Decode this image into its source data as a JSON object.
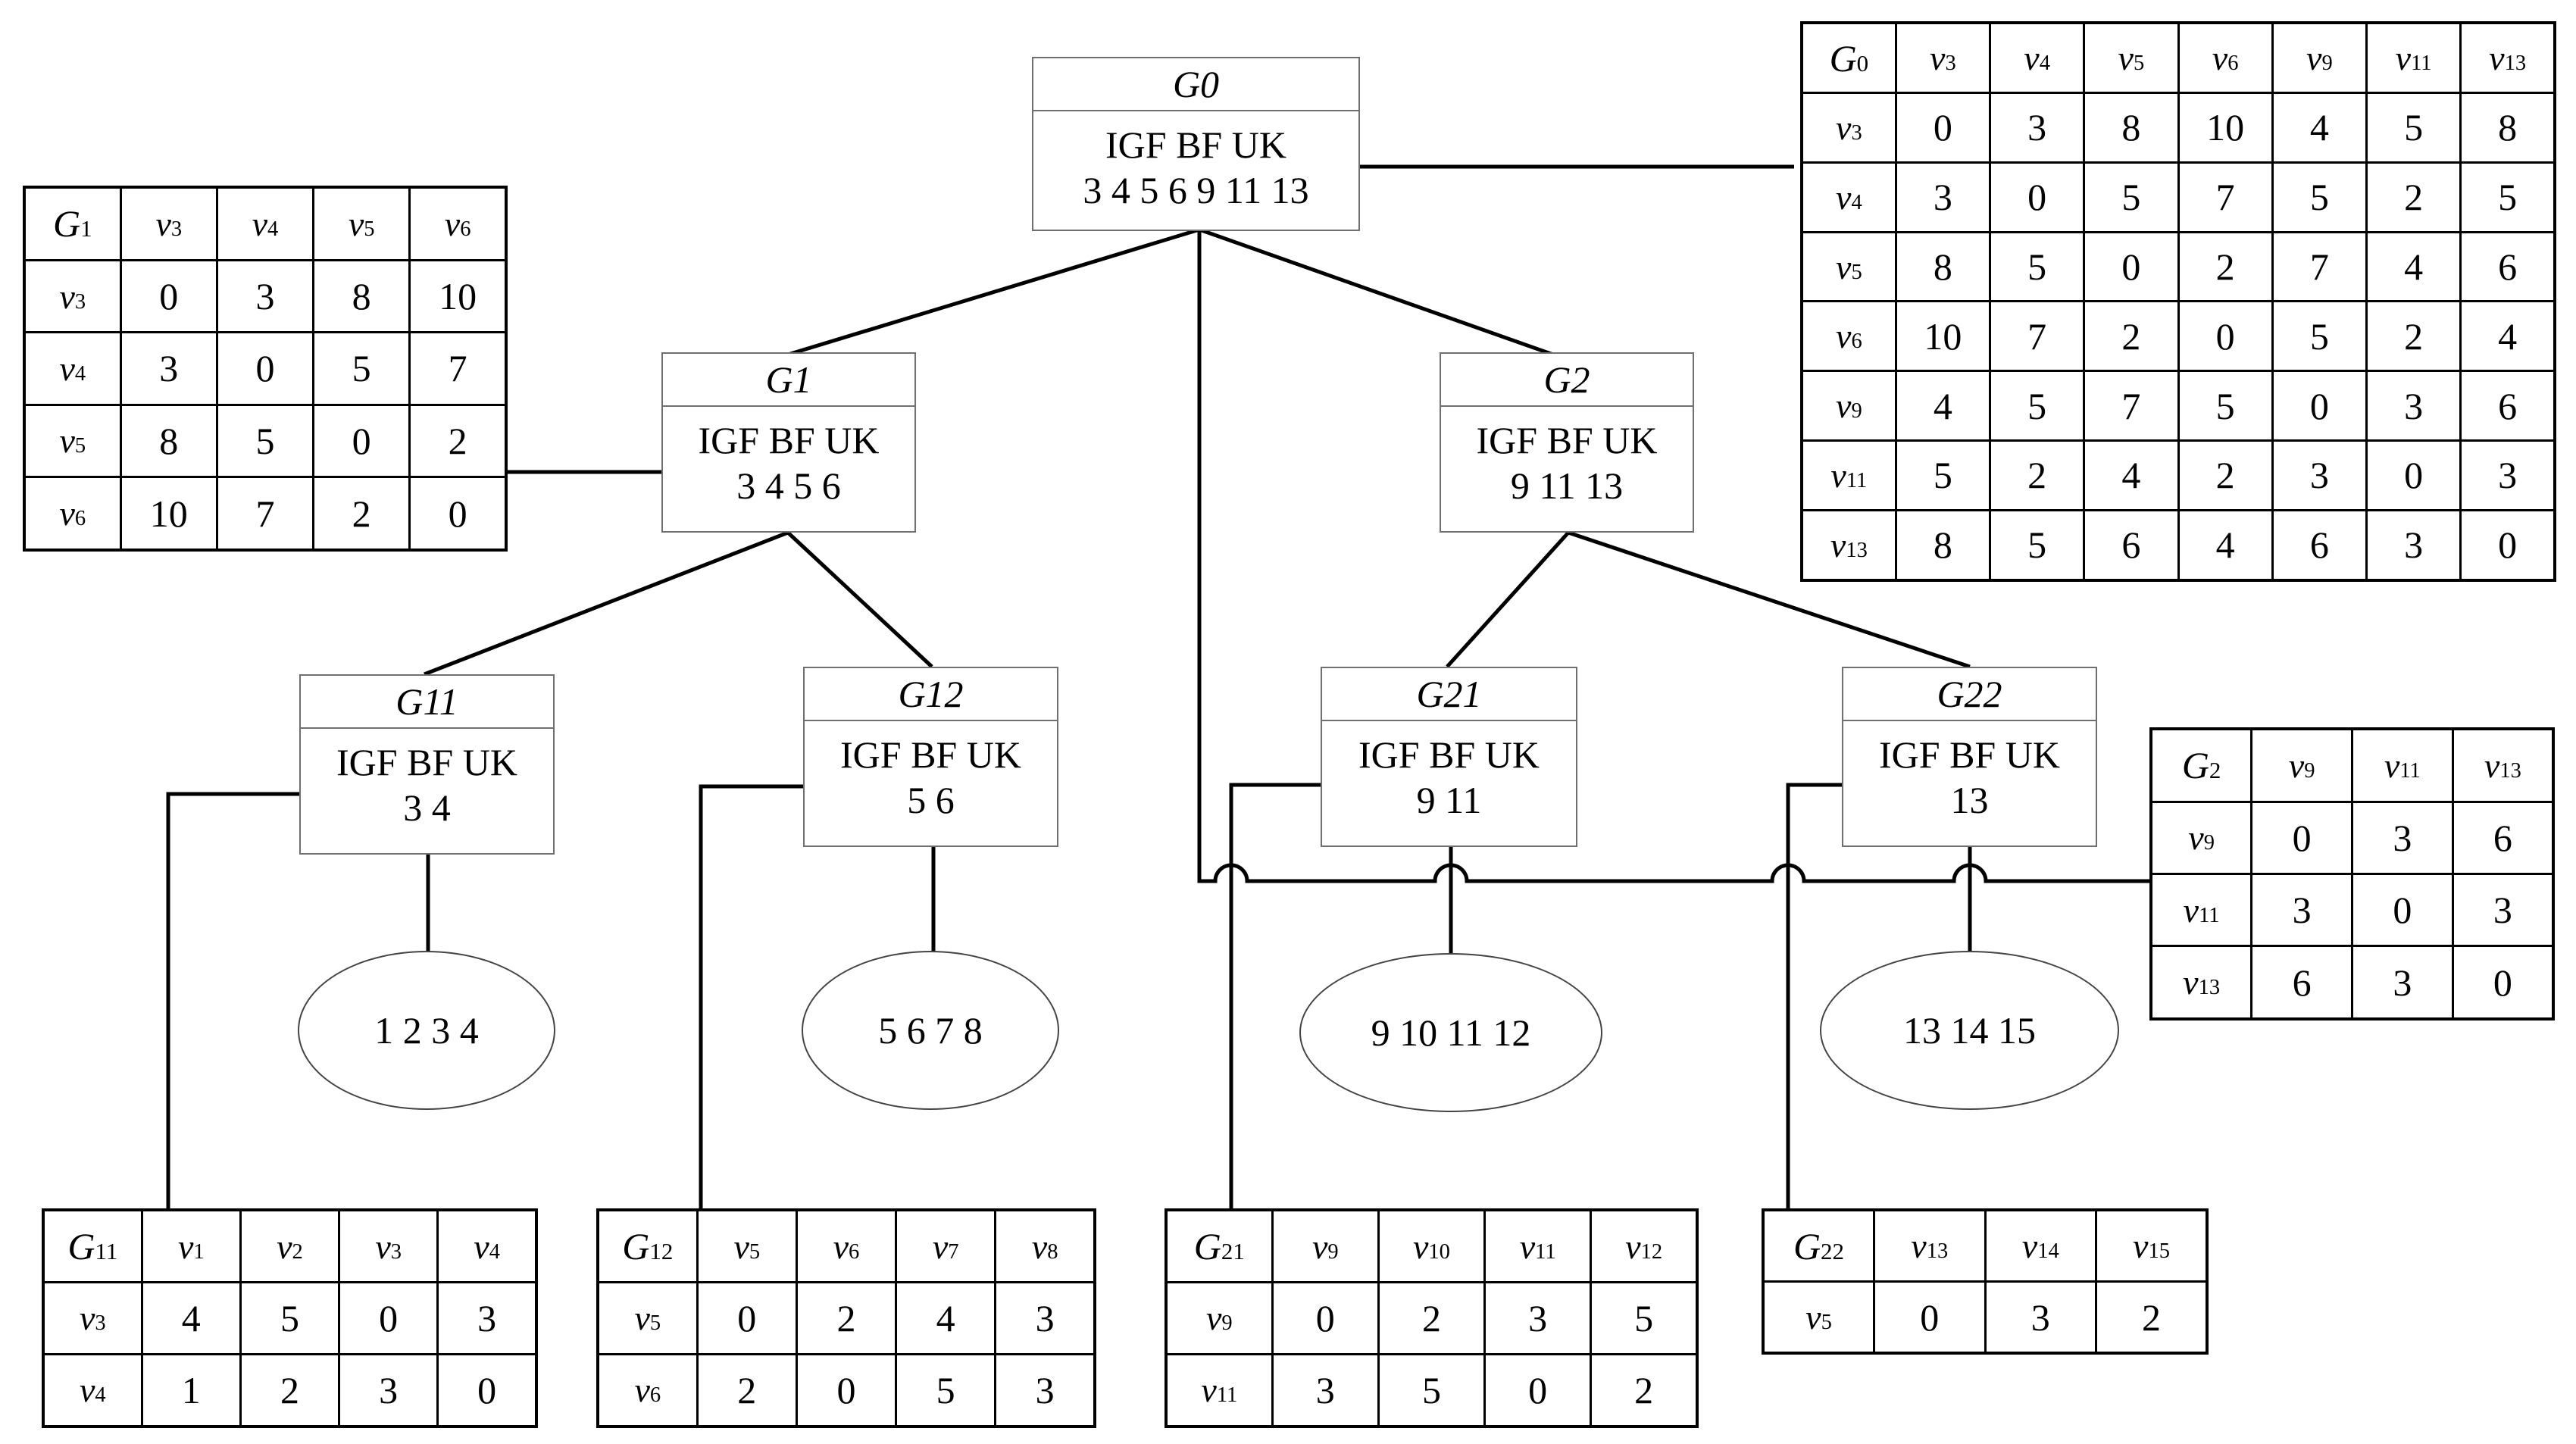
{
  "nodes": {
    "g0": {
      "title": "G0",
      "line1": "IGF BF UK",
      "line2": "3 4 5 6 9 11 13"
    },
    "g1": {
      "title": "G1",
      "line1": "IGF BF UK",
      "line2": "3 4 5 6"
    },
    "g2": {
      "title": "G2",
      "line1": "IGF BF UK",
      "line2": "9 11 13"
    },
    "g11": {
      "title": "G11",
      "line1": "IGF BF UK",
      "line2": "3 4"
    },
    "g12": {
      "title": "G12",
      "line1": "IGF BF UK",
      "line2": "5 6"
    },
    "g21": {
      "title": "G21",
      "line1": "IGF BF UK",
      "line2": "9 11"
    },
    "g22": {
      "title": "G22",
      "line1": "IGF BF UK",
      "line2": "13"
    }
  },
  "leaves": {
    "g11": "1 2 3 4",
    "g12": "5 6 7 8",
    "g21": "9 10 11 12",
    "g22": "13 14 15"
  },
  "matrices": {
    "g0": {
      "corner": {
        "letter": "G",
        "sub": "0"
      },
      "cols": [
        {
          "letter": "v",
          "sub": "3"
        },
        {
          "letter": "v",
          "sub": "4"
        },
        {
          "letter": "v",
          "sub": "5"
        },
        {
          "letter": "v",
          "sub": "6"
        },
        {
          "letter": "v",
          "sub": "9"
        },
        {
          "letter": "v",
          "sub": "11"
        },
        {
          "letter": "v",
          "sub": "13"
        }
      ],
      "rows": [
        {
          "label": {
            "letter": "v",
            "sub": "3"
          },
          "values": [
            "0",
            "3",
            "8",
            "10",
            "4",
            "5",
            "8"
          ]
        },
        {
          "label": {
            "letter": "v",
            "sub": "4"
          },
          "values": [
            "3",
            "0",
            "5",
            "7",
            "5",
            "2",
            "5"
          ]
        },
        {
          "label": {
            "letter": "v",
            "sub": "5"
          },
          "values": [
            "8",
            "5",
            "0",
            "2",
            "7",
            "4",
            "6"
          ]
        },
        {
          "label": {
            "letter": "v",
            "sub": "6"
          },
          "values": [
            "10",
            "7",
            "2",
            "0",
            "5",
            "2",
            "4"
          ]
        },
        {
          "label": {
            "letter": "v",
            "sub": "9"
          },
          "values": [
            "4",
            "5",
            "7",
            "5",
            "0",
            "3",
            "6"
          ]
        },
        {
          "label": {
            "letter": "v",
            "sub": "11"
          },
          "values": [
            "5",
            "2",
            "4",
            "2",
            "3",
            "0",
            "3"
          ]
        },
        {
          "label": {
            "letter": "v",
            "sub": "13"
          },
          "values": [
            "8",
            "5",
            "6",
            "4",
            "6",
            "3",
            "0"
          ]
        }
      ]
    },
    "g1": {
      "corner": {
        "letter": "G",
        "sub": "1"
      },
      "cols": [
        {
          "letter": "v",
          "sub": "3"
        },
        {
          "letter": "v",
          "sub": "4"
        },
        {
          "letter": "v",
          "sub": "5"
        },
        {
          "letter": "v",
          "sub": "6"
        }
      ],
      "rows": [
        {
          "label": {
            "letter": "v",
            "sub": "3"
          },
          "values": [
            "0",
            "3",
            "8",
            "10"
          ]
        },
        {
          "label": {
            "letter": "v",
            "sub": "4"
          },
          "values": [
            "3",
            "0",
            "5",
            "7"
          ]
        },
        {
          "label": {
            "letter": "v",
            "sub": "5"
          },
          "values": [
            "8",
            "5",
            "0",
            "2"
          ]
        },
        {
          "label": {
            "letter": "v",
            "sub": "6"
          },
          "values": [
            "10",
            "7",
            "2",
            "0"
          ]
        }
      ]
    },
    "g2": {
      "corner": {
        "letter": "G",
        "sub": "2"
      },
      "cols": [
        {
          "letter": "v",
          "sub": "9"
        },
        {
          "letter": "v",
          "sub": "11"
        },
        {
          "letter": "v",
          "sub": "13"
        }
      ],
      "rows": [
        {
          "label": {
            "letter": "v",
            "sub": "9"
          },
          "values": [
            "0",
            "3",
            "6"
          ]
        },
        {
          "label": {
            "letter": "v",
            "sub": "11"
          },
          "values": [
            "3",
            "0",
            "3"
          ]
        },
        {
          "label": {
            "letter": "v",
            "sub": "13"
          },
          "values": [
            "6",
            "3",
            "0"
          ]
        }
      ]
    },
    "g11": {
      "corner": {
        "letter": "G",
        "sub": "11"
      },
      "cols": [
        {
          "letter": "v",
          "sub": "1"
        },
        {
          "letter": "v",
          "sub": "2"
        },
        {
          "letter": "v",
          "sub": "3"
        },
        {
          "letter": "v",
          "sub": "4"
        }
      ],
      "rows": [
        {
          "label": {
            "letter": "v",
            "sub": "3"
          },
          "values": [
            "4",
            "5",
            "0",
            "3"
          ]
        },
        {
          "label": {
            "letter": "v",
            "sub": "4"
          },
          "values": [
            "1",
            "2",
            "3",
            "0"
          ]
        }
      ]
    },
    "g12": {
      "corner": {
        "letter": "G",
        "sub": "12"
      },
      "cols": [
        {
          "letter": "v",
          "sub": "5"
        },
        {
          "letter": "v",
          "sub": "6"
        },
        {
          "letter": "v",
          "sub": "7"
        },
        {
          "letter": "v",
          "sub": "8"
        }
      ],
      "rows": [
        {
          "label": {
            "letter": "v",
            "sub": "5"
          },
          "values": [
            "0",
            "2",
            "4",
            "3"
          ]
        },
        {
          "label": {
            "letter": "v",
            "sub": "6"
          },
          "values": [
            "2",
            "0",
            "5",
            "3"
          ]
        }
      ]
    },
    "g21": {
      "corner": {
        "letter": "G",
        "sub": "21"
      },
      "cols": [
        {
          "letter": "v",
          "sub": "9"
        },
        {
          "letter": "v",
          "sub": "10"
        },
        {
          "letter": "v",
          "sub": "11"
        },
        {
          "letter": "v",
          "sub": "12"
        }
      ],
      "rows": [
        {
          "label": {
            "letter": "v",
            "sub": "9"
          },
          "values": [
            "0",
            "2",
            "3",
            "5"
          ]
        },
        {
          "label": {
            "letter": "v",
            "sub": "11"
          },
          "values": [
            "3",
            "5",
            "0",
            "2"
          ]
        }
      ]
    },
    "g22": {
      "corner": {
        "letter": "G",
        "sub": "22"
      },
      "cols": [
        {
          "letter": "v",
          "sub": "13"
        },
        {
          "letter": "v",
          "sub": "14"
        },
        {
          "letter": "v",
          "sub": "15"
        }
      ],
      "rows": [
        {
          "label": {
            "letter": "v",
            "sub": "5"
          },
          "values": [
            "0",
            "3",
            "2"
          ]
        }
      ]
    }
  }
}
